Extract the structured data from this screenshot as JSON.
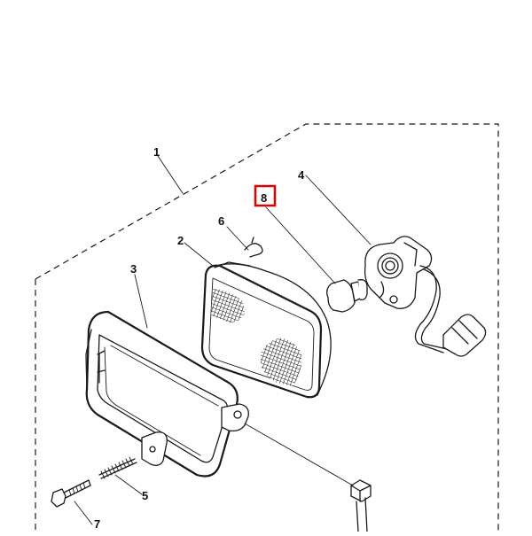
{
  "diagram": {
    "callouts": [
      {
        "id": "1",
        "label": "1"
      },
      {
        "id": "2",
        "label": "2"
      },
      {
        "id": "3",
        "label": "3"
      },
      {
        "id": "4",
        "label": "4"
      },
      {
        "id": "5",
        "label": "5"
      },
      {
        "id": "6",
        "label": "6"
      },
      {
        "id": "7",
        "label": "7"
      },
      {
        "id": "8",
        "label": "8",
        "highlighted": true
      }
    ],
    "highlight_color": "#e00000"
  }
}
